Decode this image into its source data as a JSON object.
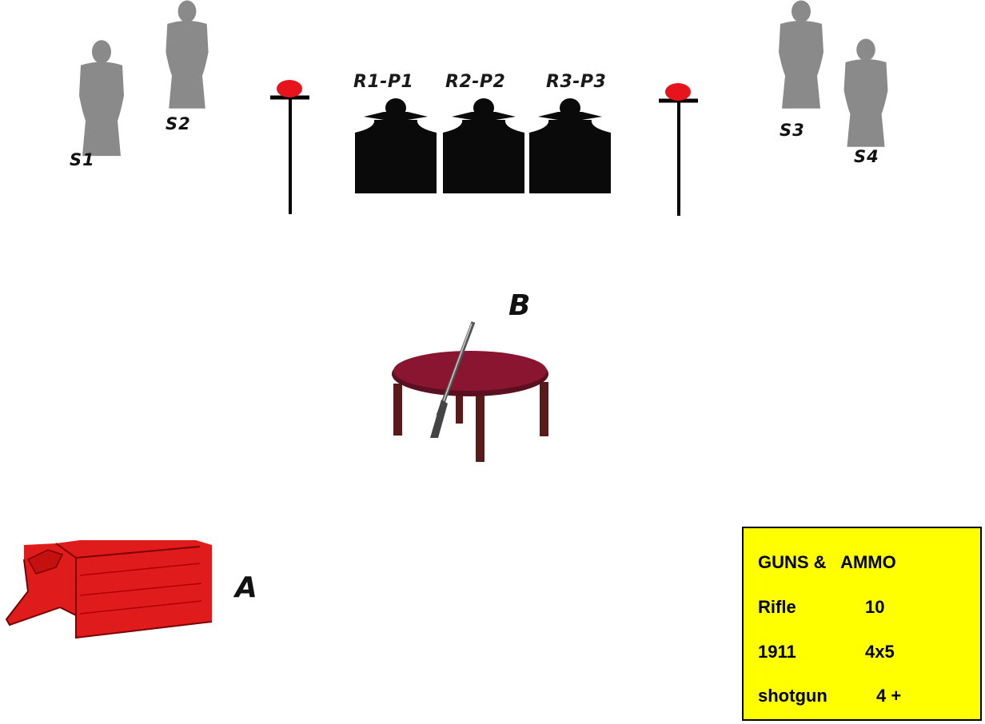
{
  "shooters": {
    "s1": "S1",
    "s2": "S2",
    "s3": "S3",
    "s4": "S4"
  },
  "rifle_targets": [
    {
      "label": "R1-P1"
    },
    {
      "label": "R2-P2"
    },
    {
      "label": "R3-P3"
    }
  ],
  "positions": {
    "a": "A",
    "b": "B"
  },
  "ammo_table": {
    "header": "GUNS &   AMMO",
    "rows": [
      {
        "gun": "Rifle",
        "ammo": "10"
      },
      {
        "gun": "1911",
        "ammo": "4x5"
      },
      {
        "gun": "shotgun",
        "ammo": "4 +"
      }
    ]
  },
  "colors": {
    "silhouette_gray": "#8a8a8a",
    "target_black": "#0a0a0a",
    "popper_red": "#e8141c",
    "barricade_red": "#e01b1b",
    "table_maroon": "#8a1530",
    "ammo_box_bg": "#ffff00"
  }
}
